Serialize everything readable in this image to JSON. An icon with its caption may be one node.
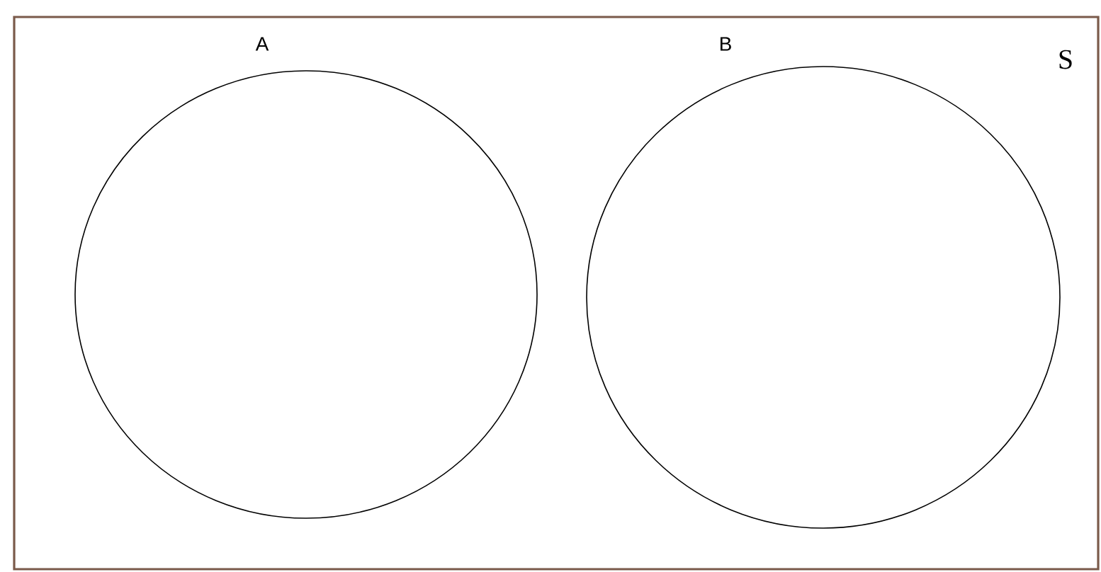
{
  "diagram": {
    "nodes": [
      {
        "text": [
          "S"
        ]
      },
      {
        "text": [
          "A"
        ],
        "in": 0
      },
      {
        "text": [
          "B"
        ],
        "in": 0
      }
    ]
  }
}
